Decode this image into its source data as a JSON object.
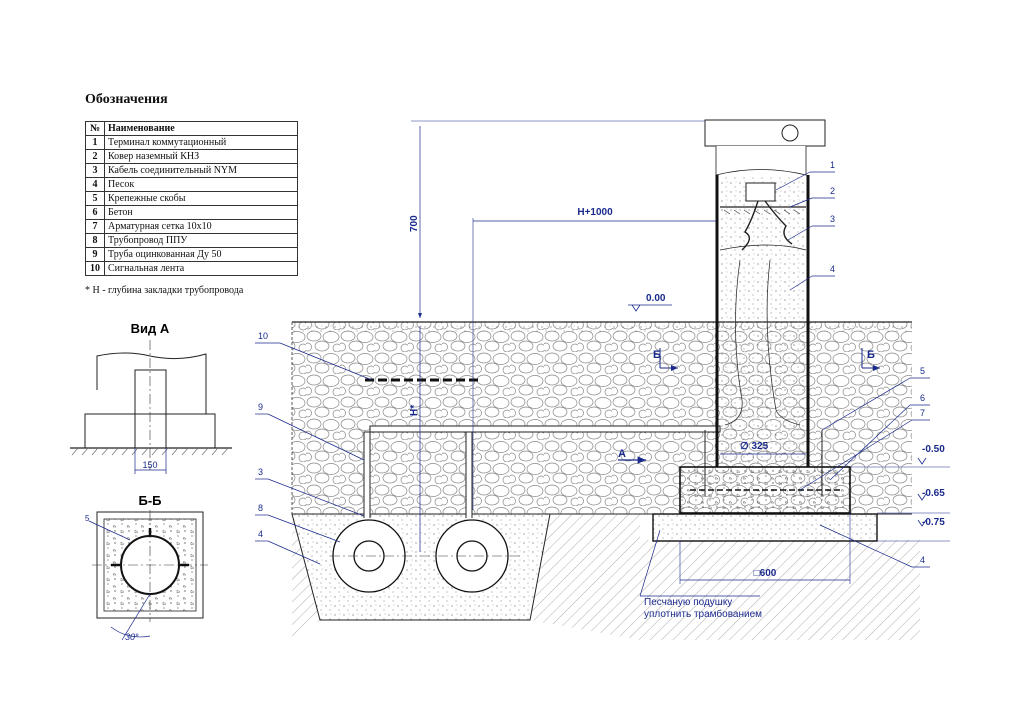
{
  "legend": {
    "title": "Обозначения",
    "header_num": "№",
    "header_name": "Наименование",
    "items": [
      {
        "num": "1",
        "name": "Терминал коммутационный"
      },
      {
        "num": "2",
        "name": "Ковер наземный КНЗ"
      },
      {
        "num": "3",
        "name": "Кабель соединительный NYM"
      },
      {
        "num": "4",
        "name": "Песок"
      },
      {
        "num": "5",
        "name": "Крепежные скобы"
      },
      {
        "num": "6",
        "name": "Бетон"
      },
      {
        "num": "7",
        "name": "Арматурная сетка 10x10"
      },
      {
        "num": "8",
        "name": "Трубопровод ППУ"
      },
      {
        "num": "9",
        "name": "Труба оцинкованная Ду 50"
      },
      {
        "num": "10",
        "name": "Сигнальная лента"
      }
    ],
    "note": "* H - глубина закладки трубопровода"
  },
  "views": {
    "vid_a": {
      "title": "Вид А",
      "dim": "150"
    },
    "section_bb": {
      "title": "Б-Б",
      "callout": "5",
      "angle": "30°"
    }
  },
  "drawing": {
    "dims": {
      "d700": "700",
      "h1000": "H+1000",
      "h_star": "H*",
      "diameter": "∅ 325",
      "square": "□600"
    },
    "levels": {
      "l0": "0.00",
      "l050": "-0.50",
      "l065": "-0.65",
      "l075": "-0.75"
    },
    "section_marks": {
      "b": "Б",
      "a": "А"
    },
    "callouts": {
      "c1": "1",
      "c2": "2",
      "c3": "3",
      "c4": "4",
      "c5": "5",
      "c6": "6",
      "c7": "7",
      "c10": "10",
      "c9": "9",
      "c3b": "3",
      "c8": "8",
      "c4b": "4",
      "c4c": "4"
    },
    "note_line1": "Песчаную подушку",
    "note_line2": "уплотнить трамбованием"
  },
  "colors": {
    "dim": "#1a2a8c",
    "line": "#111111",
    "hatch": "#555555"
  }
}
